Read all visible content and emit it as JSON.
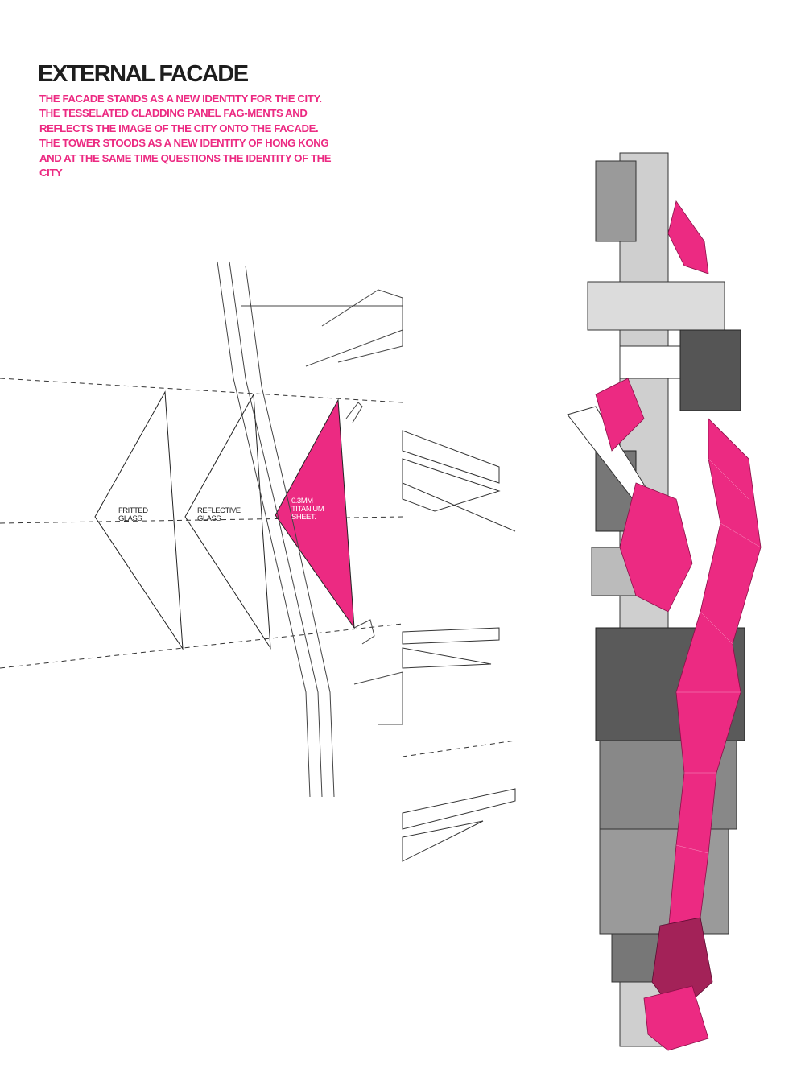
{
  "header": {
    "title": "EXTERNAL FACADE",
    "description": "THE FACADE STANDS AS A NEW IDENTITY FOR THE CITY. THE TESSELATED CLADDING PANEL FAG-MENTS AND REFLECTS THE IMAGE OF THE CITY ONTO THE FACADE. THE TOWER STOODS AS A NEW IDENTITY OF HONG KONG AND AT THE SAME TIME QUESTIONS THE IDENTITY OF THE CITY"
  },
  "layers": [
    {
      "line1": "FRITTED",
      "line2": "GLASS"
    },
    {
      "line1": "REFLECTIVE",
      "line2": "GLASS"
    },
    {
      "line1": "0.3MM",
      "line2": "TITANIUM",
      "line3": "SHEET."
    }
  ],
  "colors": {
    "accent": "#ec2a82",
    "ink": "#1e1e1e",
    "tower": "#6a6a6a"
  }
}
